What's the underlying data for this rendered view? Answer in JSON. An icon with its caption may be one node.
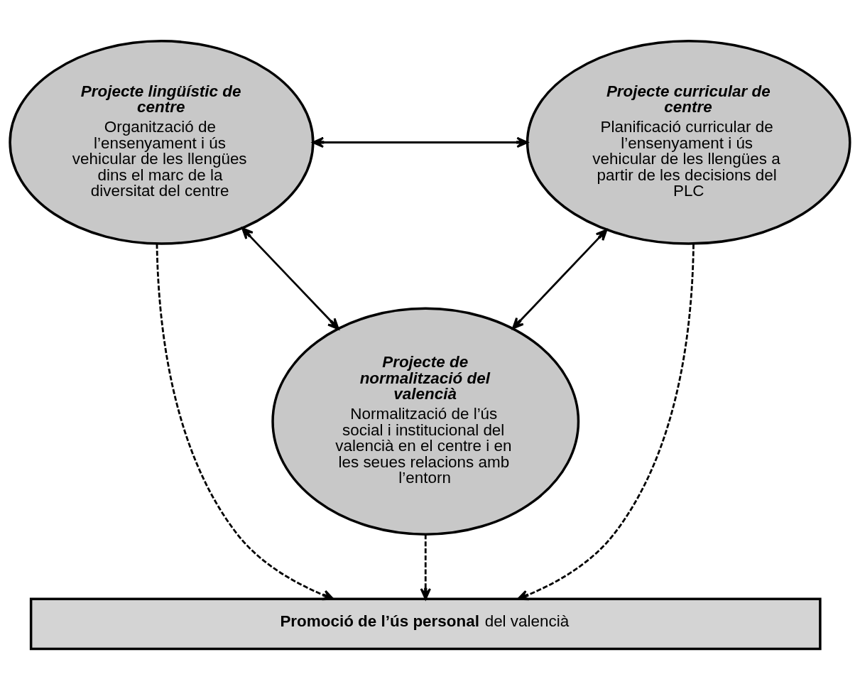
{
  "diagram": {
    "nodes": [
      {
        "text": [
          "Projecte lingüístic de centre",
          "Organització de l’ensenyament i ús vehicular de les llengües dins el marc de la diversitat del centre"
        ]
      },
      {
        "text": [
          "Projecte curricular de centre",
          "Planificació curricular de l’ensenyament i ús vehicular de les llengües a partir de les decisions del PLC"
        ]
      },
      {
        "text": [
          "Projecte de normalització del valencià",
          "Normalització de l’ús social i institucional del valencià en el centre i en les seues relacions amb l’entorn"
        ]
      },
      {
        "text": [
          "**Promoció de l’ús personal** del valencià"
        ]
      }
    ],
    "edges": [
      {
        "from": 0,
        "to": 1,
        "arrow": "both"
      },
      {
        "from": 0,
        "to": 2,
        "arrow": "both"
      },
      {
        "from": 1,
        "to": 2,
        "arrow": "both"
      },
      {
        "from": 0,
        "to": 3,
        "arrow": "to",
        "style": "dashed"
      },
      {
        "from": 2,
        "to": 3,
        "arrow": "to",
        "style": "dashed"
      },
      {
        "from": 1,
        "to": 3,
        "arrow": "to",
        "style": "dashed"
      }
    ]
  }
}
